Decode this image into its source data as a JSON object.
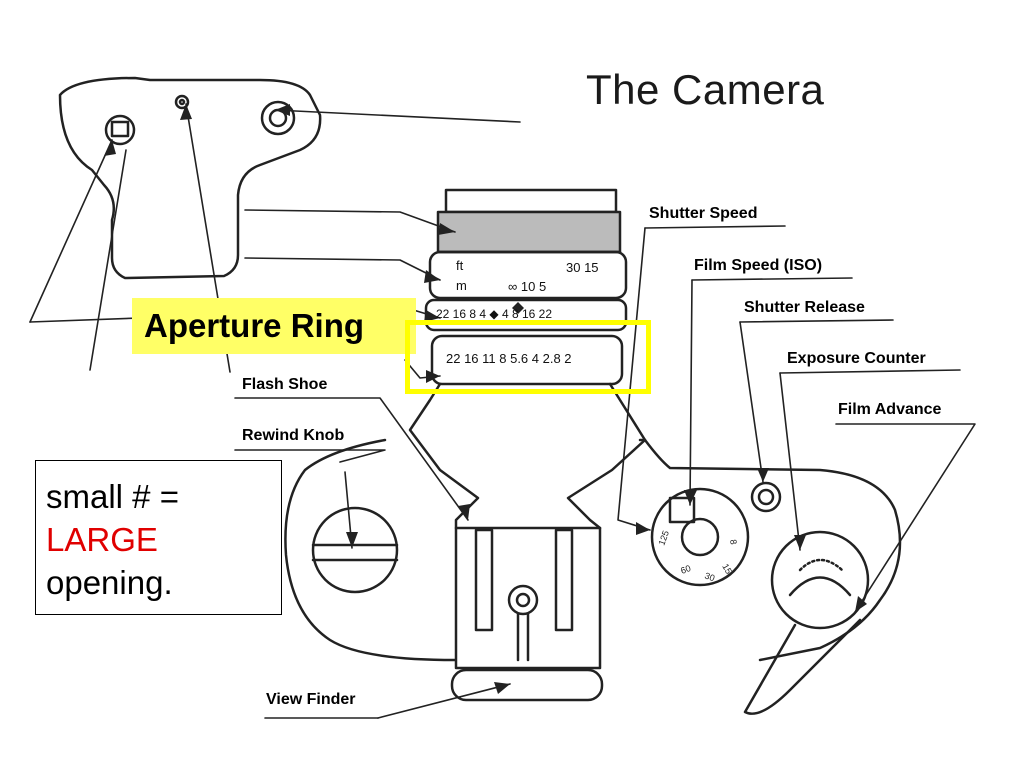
{
  "title": "The Camera",
  "labels": {
    "shutter_speed": "Shutter Speed",
    "film_speed": "Film Speed (ISO)",
    "shutter_release": "Shutter Release",
    "exposure_counter": "Exposure Counter",
    "film_advance": "Film Advance",
    "flash_shoe": "Flash Shoe",
    "rewind_knob": "Rewind Knob",
    "view_finder": "View Finder",
    "aperture_ring": "Aperture Ring"
  },
  "note": {
    "line1": "small # =",
    "line2": "LARGE",
    "line3": "opening."
  },
  "lens_scale": {
    "distance_top_unit": "ft",
    "distance_top_values": "30  15",
    "distance_bottom_unit": "m",
    "distance_bottom_values": "∞     10      5",
    "depth_of_field": "22 16 8 4 ◆ 4 8 16 22",
    "f_stops": "22 16 11 8 5.6 4 2.8 2"
  },
  "colors": {
    "highlight": "#ffff00",
    "label_bg": "#ffff66",
    "accent_red": "#e00000"
  }
}
